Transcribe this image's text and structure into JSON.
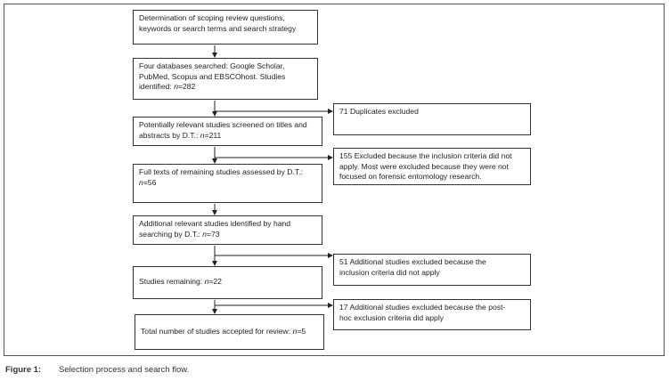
{
  "diagram": {
    "main_boxes": [
      {
        "id": "box1",
        "lines": [
          "Determination of scoping review questions,",
          "keywords or search terms and search strategy"
        ]
      },
      {
        "id": "box2",
        "lines": [
          "Four databases searched: Google Scholar,",
          "PubMed, Scopus and EBSCOhost. Studies",
          "identified: n=282"
        ]
      },
      {
        "id": "box3",
        "lines": [
          "Potentially relevant studies screened on titles and",
          "abstracts by D.T.: n=211"
        ]
      },
      {
        "id": "box4",
        "lines": [
          "Full texts of remaining studies assessed by D.T.:",
          "n=56"
        ]
      },
      {
        "id": "box5",
        "lines": [
          "Additional relevant studies identified by hand",
          "searching by D.T.: n=73"
        ]
      },
      {
        "id": "box6",
        "lines": [
          "Studies remaining: n=22"
        ]
      },
      {
        "id": "box7",
        "lines": [
          "Total number of studies accepted for review: n=5"
        ]
      }
    ],
    "side_boxes": [
      {
        "id": "ex1",
        "lines": [
          "71 Duplicates excluded"
        ]
      },
      {
        "id": "ex2",
        "lines": [
          "155 Excluded because the inclusion criteria did not",
          "apply. Most were excluded because they were not",
          "focused on forensic entomology research."
        ]
      },
      {
        "id": "ex3",
        "lines": [
          "51 Additional studies excluded because the",
          "inclusion criteria did not apply"
        ]
      },
      {
        "id": "ex4",
        "lines": [
          "17 Additional studies excluded because the post-",
          "hoc exclusion criteria did apply"
        ]
      }
    ]
  },
  "caption": {
    "label": "Figure 1:",
    "text": "Selection process and search flow."
  }
}
